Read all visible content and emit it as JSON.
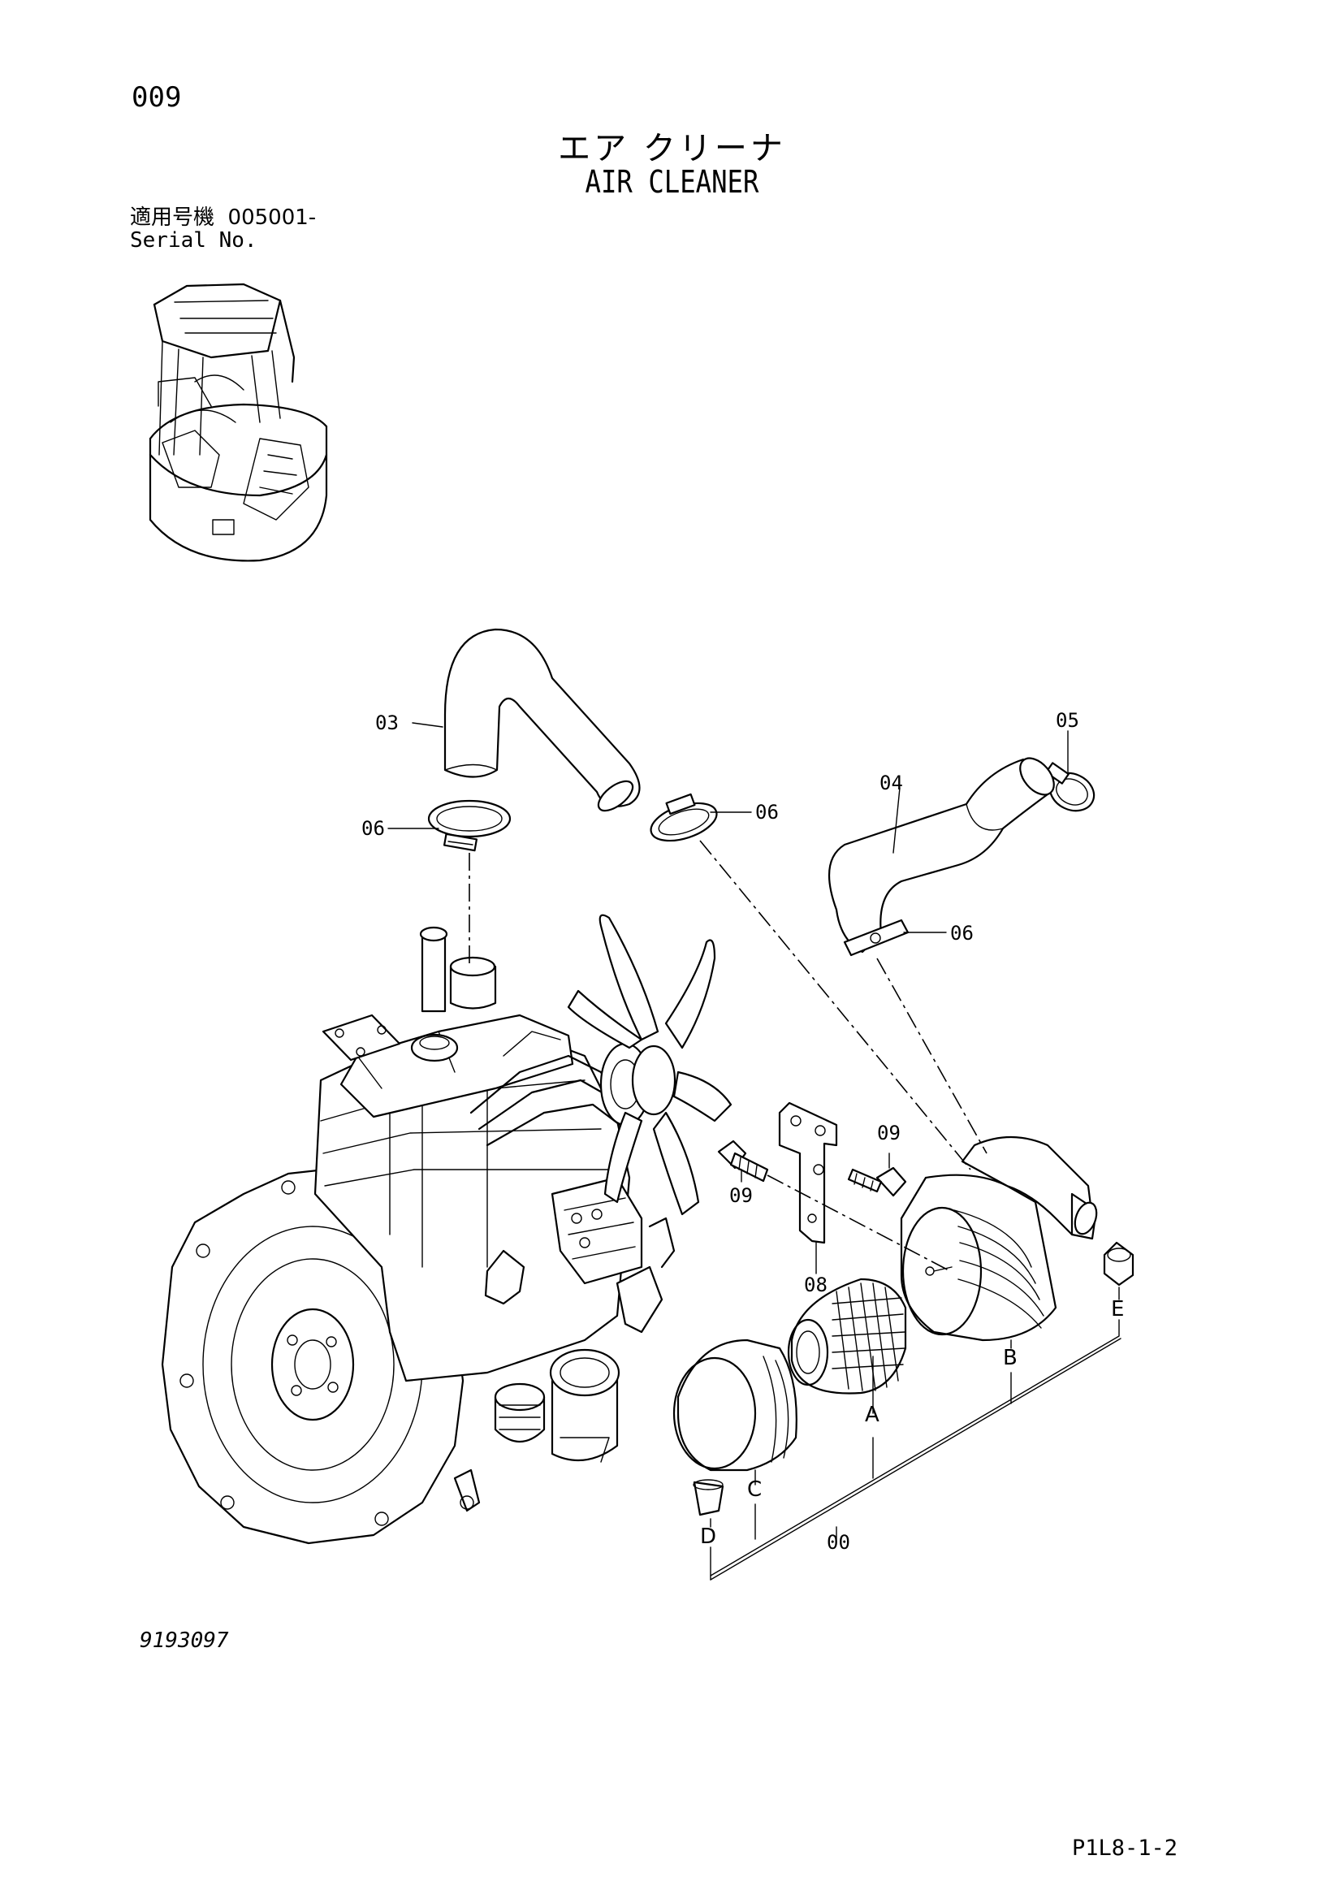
{
  "header": {
    "page_number": "009",
    "title_jp": "エア クリーナ",
    "title_en": "AIR CLEANER",
    "serial_label_jp": "適用号機",
    "serial_value": "005001-",
    "serial_label_en": "Serial No."
  },
  "footer": {
    "drawing_number": "9193097",
    "page_ref": "P1L8-1-2"
  },
  "callouts": {
    "c03": "03",
    "c05": "05",
    "c04": "04",
    "c06a": "06",
    "c06b": "06",
    "c06c": "06",
    "c09a": "09",
    "c09b": "09",
    "c08": "08",
    "cA": "A",
    "cB": "B",
    "cC": "C",
    "cD": "D",
    "cE": "E",
    "c00": "00"
  }
}
